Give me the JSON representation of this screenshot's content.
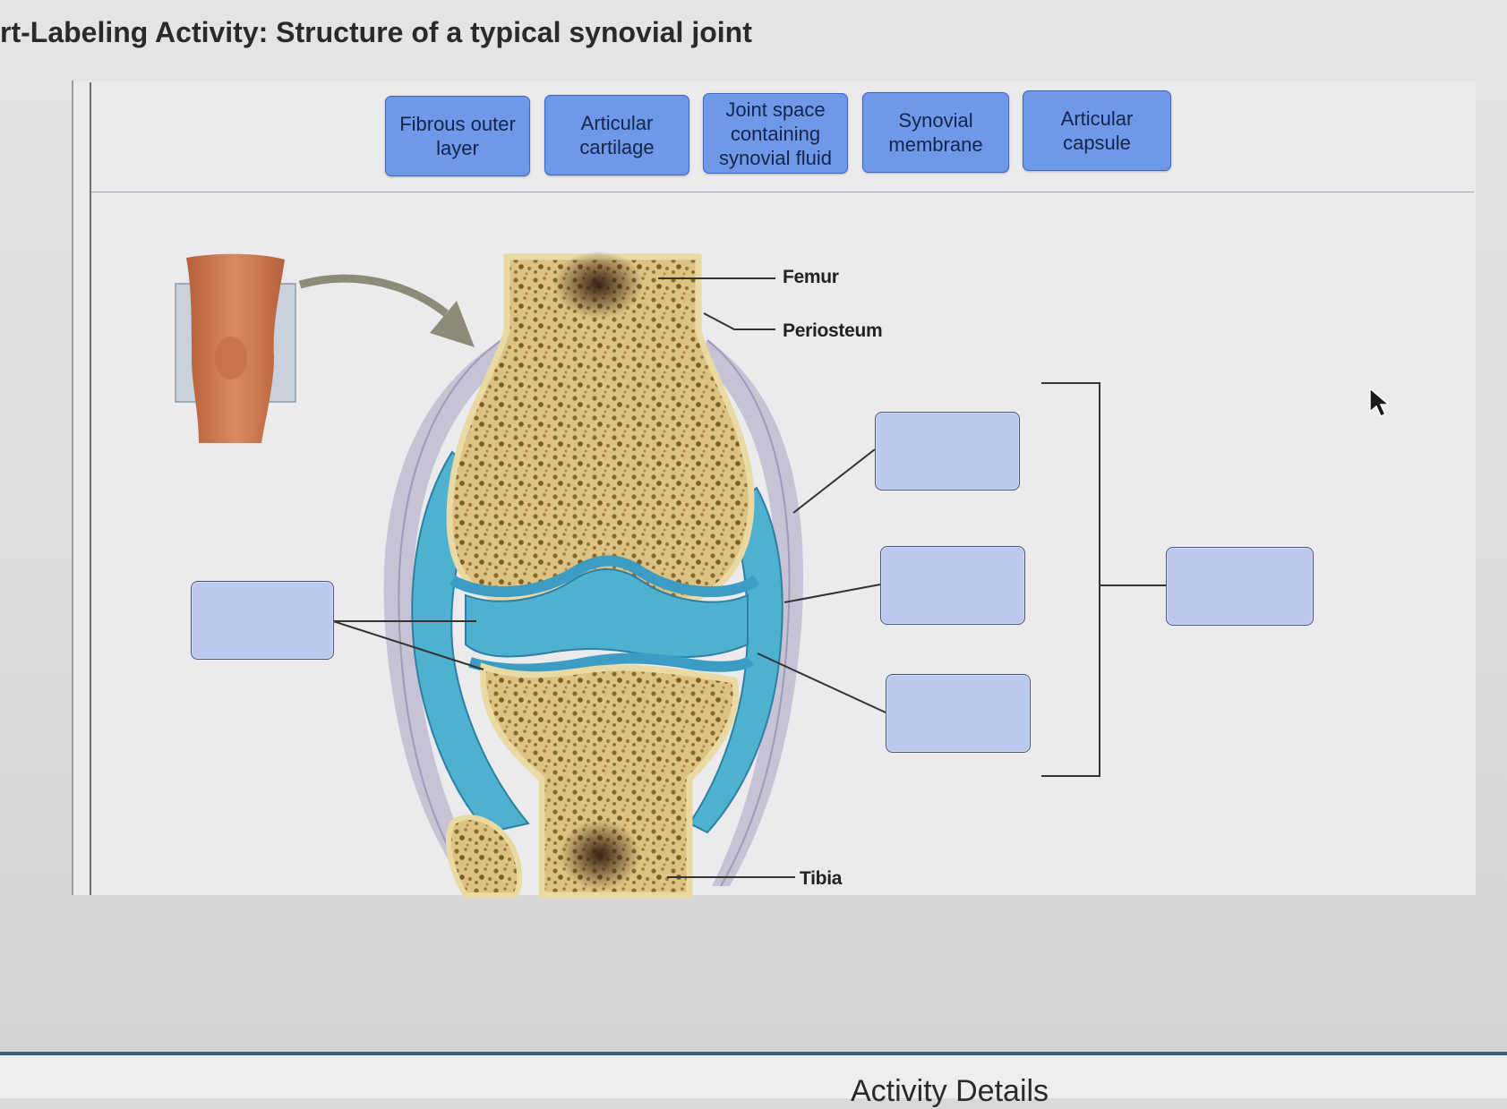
{
  "page": {
    "title": "rt-Labeling Activity: Structure of a typical synovial joint",
    "footer_title": "Activity Details"
  },
  "label_bank": [
    {
      "text": "Fibrous outer\nlayer"
    },
    {
      "text": "Articular\ncartilage"
    },
    {
      "text": "Joint space\ncontaining\nsynovial fluid"
    },
    {
      "text": "Synovial\nmembrane"
    },
    {
      "text": "Articular\ncapsule"
    }
  ],
  "diagram": {
    "fixed_labels": {
      "femur": "Femur",
      "periosteum": "Periosteum",
      "tibia": "Tibia"
    },
    "colors": {
      "bone": "#f1e4b4",
      "spongy": "#c9a05a",
      "cartilage": "#3c9cc4",
      "fluid": "#4eb1cf",
      "capsule": "#c3bfd2",
      "skin": "#c8744f",
      "drop_target": "#bcc9ef",
      "chip": "#6f98e8"
    }
  }
}
